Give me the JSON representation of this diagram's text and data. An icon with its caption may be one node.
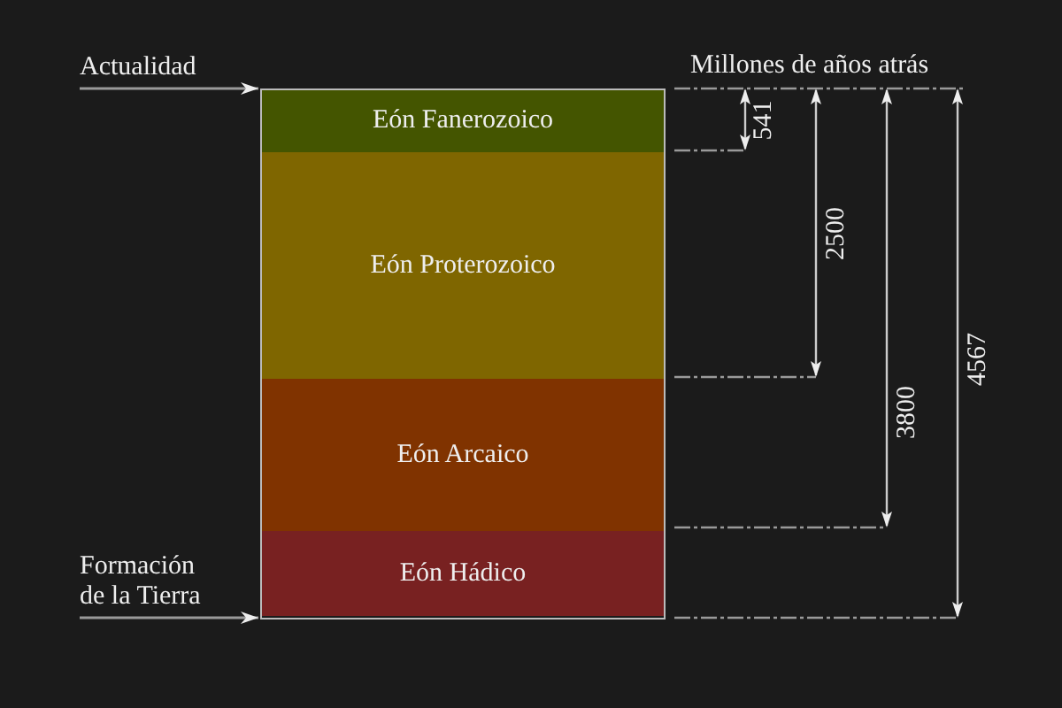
{
  "diagram": {
    "nodes": [
      {
        "text": [],
        "shape": "box"
      },
      {
        "text": [
          "Eón Fanerozoico"
        ],
        "in": 0
      },
      {
        "text": [
          "Eón Proterozoico"
        ],
        "in": 0
      },
      {
        "text": [
          "Eón Arcaico"
        ],
        "in": 0
      },
      {
        "text": [
          "Eón Hádico"
        ],
        "in": 0
      }
    ],
    "edges": [
      {
        "from": null,
        "to": 1,
        "arrow": "to",
        "label": "Actualidad"
      },
      {
        "from": null,
        "to": 4,
        "arrow": "to",
        "label": "Formación de la Tierra"
      }
    ],
    "labels": [
      "Millones de años atrás",
      "541",
      "2500",
      "3800",
      "4567"
    ]
  }
}
